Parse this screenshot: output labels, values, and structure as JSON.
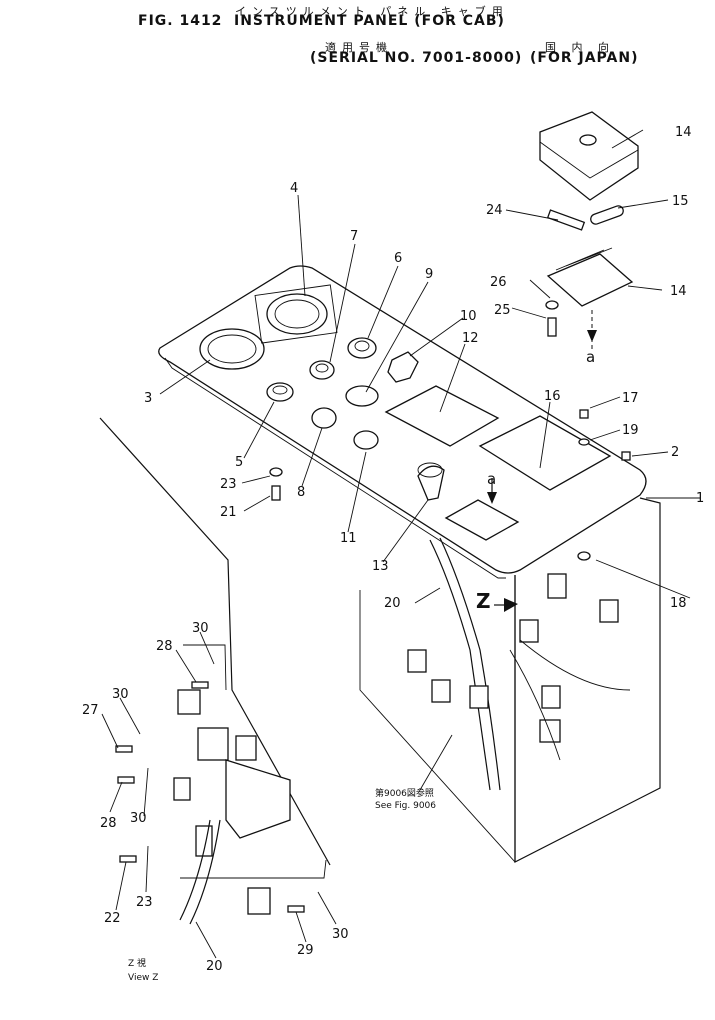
{
  "header": {
    "jp_title": "インスツルメント パネル キャブ用",
    "fig_label": "FIG. 1412",
    "title": "INSTRUMENT PANEL (FOR CAB)",
    "jp_serial": "適用号機",
    "jp_country": "国 内 向",
    "serial": "(SERIAL NO. 7001-8000)",
    "region": "(FOR JAPAN)"
  },
  "callouts": [
    "1",
    "2",
    "3",
    "4",
    "5",
    "6",
    "7",
    "8",
    "9",
    "10",
    "11",
    "12",
    "13",
    "14",
    "14",
    "15",
    "16",
    "17",
    "18",
    "19",
    "20",
    "20",
    "21",
    "22",
    "23",
    "23",
    "24",
    "25",
    "26",
    "27",
    "28",
    "28",
    "29",
    "30",
    "30",
    "30",
    "30"
  ],
  "markers": {
    "a_top": "a",
    "a_panel": "a",
    "z_arrow": "Z"
  },
  "reference": {
    "jp": "第9006図参照",
    "en": "See Fig. 9006"
  },
  "view": {
    "jp": "Z 視",
    "en": "View Z"
  }
}
